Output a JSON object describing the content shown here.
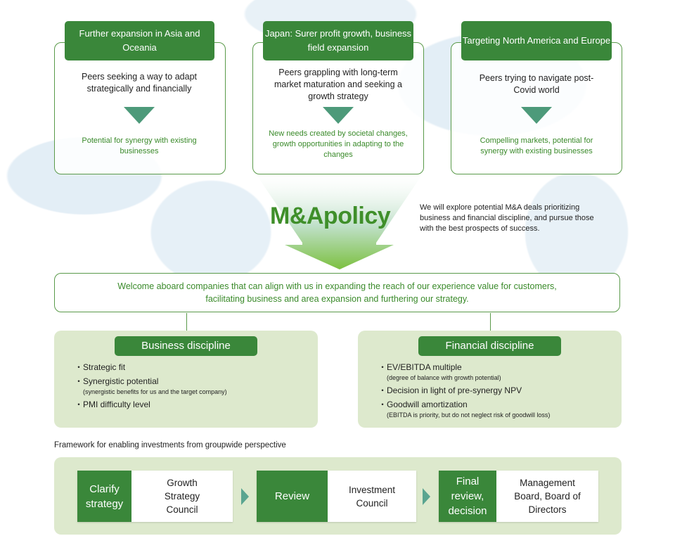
{
  "regions": [
    {
      "title": "Further expansion in Asia and Oceania",
      "situation": "Peers seeking a way to adapt strategically and financially",
      "opportunity": "Potential for synergy with existing businesses"
    },
    {
      "title": "Japan: Surer profit growth, business field expansion",
      "situation": "Peers grappling with long-term market maturation and seeking a growth strategy",
      "opportunity": "New needs created by societal changes, growth opportunities in adapting to the changes"
    },
    {
      "title": "Targeting North America and Europe",
      "situation": "Peers trying to navigate post-Covid world",
      "opportunity": "Compelling markets, potential for synergy with existing businesses"
    }
  ],
  "policy": {
    "title": "M&Apolicy",
    "statement": "We will explore potential M&A deals prioritizing business and financial discipline, and pursue those with the best prospects of success."
  },
  "welcome": "Welcome aboard companies that can align with us in expanding the reach of our experience value for customers, facilitating business and area expansion and furthering our strategy.",
  "business": {
    "title": "Business discipline",
    "items": [
      {
        "label": "Strategic fit"
      },
      {
        "label": "Synergistic potential",
        "note": "(synergistic benefits for us and the target company)"
      },
      {
        "label": "PMI difficulty level"
      }
    ]
  },
  "financial": {
    "title": "Financial discipline",
    "items": [
      {
        "label": "EV/EBITDA multiple",
        "note": "(degree of balance with growth potential)"
      },
      {
        "label": "Decision in light of pre-synergy NPV"
      },
      {
        "label": "Goodwill amortization",
        "note": "(EBITDA is priority, but do not neglect risk of goodwill loss)"
      }
    ]
  },
  "framework": {
    "label": "Framework for enabling investments from groupwide perspective",
    "steps": [
      {
        "action": "Clarify strategy",
        "body": "Growth Strategy Council"
      },
      {
        "action": "Review",
        "body": "Investment Council"
      },
      {
        "action": "Final review, decision",
        "body": "Management Board, Board of Directors"
      }
    ]
  }
}
